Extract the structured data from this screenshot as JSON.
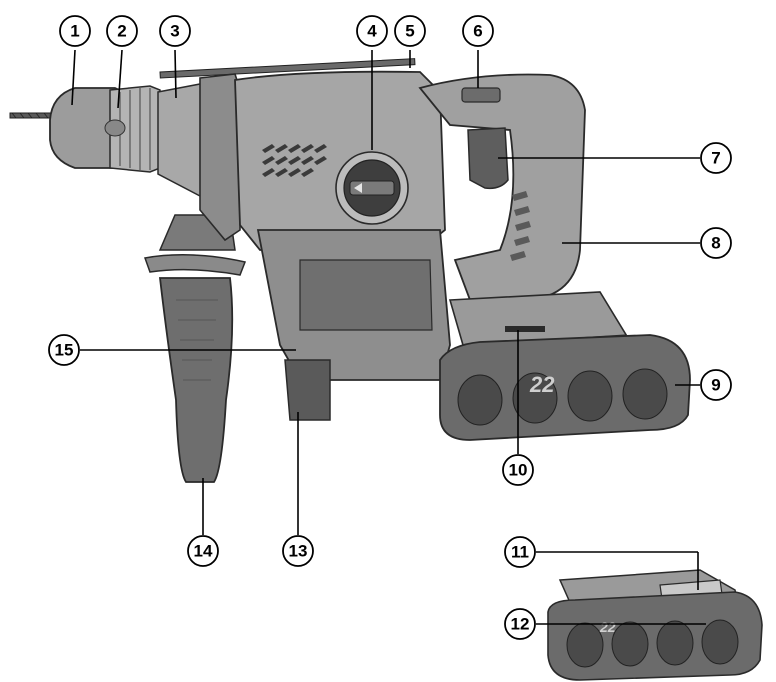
{
  "diagram": {
    "subject": "cordless rotary hammer with battery pack",
    "palette": {
      "body": "#9a9a9a",
      "dark": "#4a4a4a",
      "light": "#c8c8c8",
      "outline": "#2a2a2a"
    },
    "callouts": [
      {
        "id": "c1",
        "label": "1"
      },
      {
        "id": "c2",
        "label": "2"
      },
      {
        "id": "c3",
        "label": "3"
      },
      {
        "id": "c4",
        "label": "4"
      },
      {
        "id": "c5",
        "label": "5"
      },
      {
        "id": "c6",
        "label": "6"
      },
      {
        "id": "c7",
        "label": "7"
      },
      {
        "id": "c8",
        "label": "8"
      },
      {
        "id": "c9",
        "label": "9"
      },
      {
        "id": "c10",
        "label": "10"
      },
      {
        "id": "c11",
        "label": "11"
      },
      {
        "id": "c12",
        "label": "12"
      },
      {
        "id": "c13",
        "label": "13"
      },
      {
        "id": "c14",
        "label": "14"
      },
      {
        "id": "c15",
        "label": "15"
      }
    ],
    "battery_marking": "22",
    "battery_marking_small": "22"
  }
}
